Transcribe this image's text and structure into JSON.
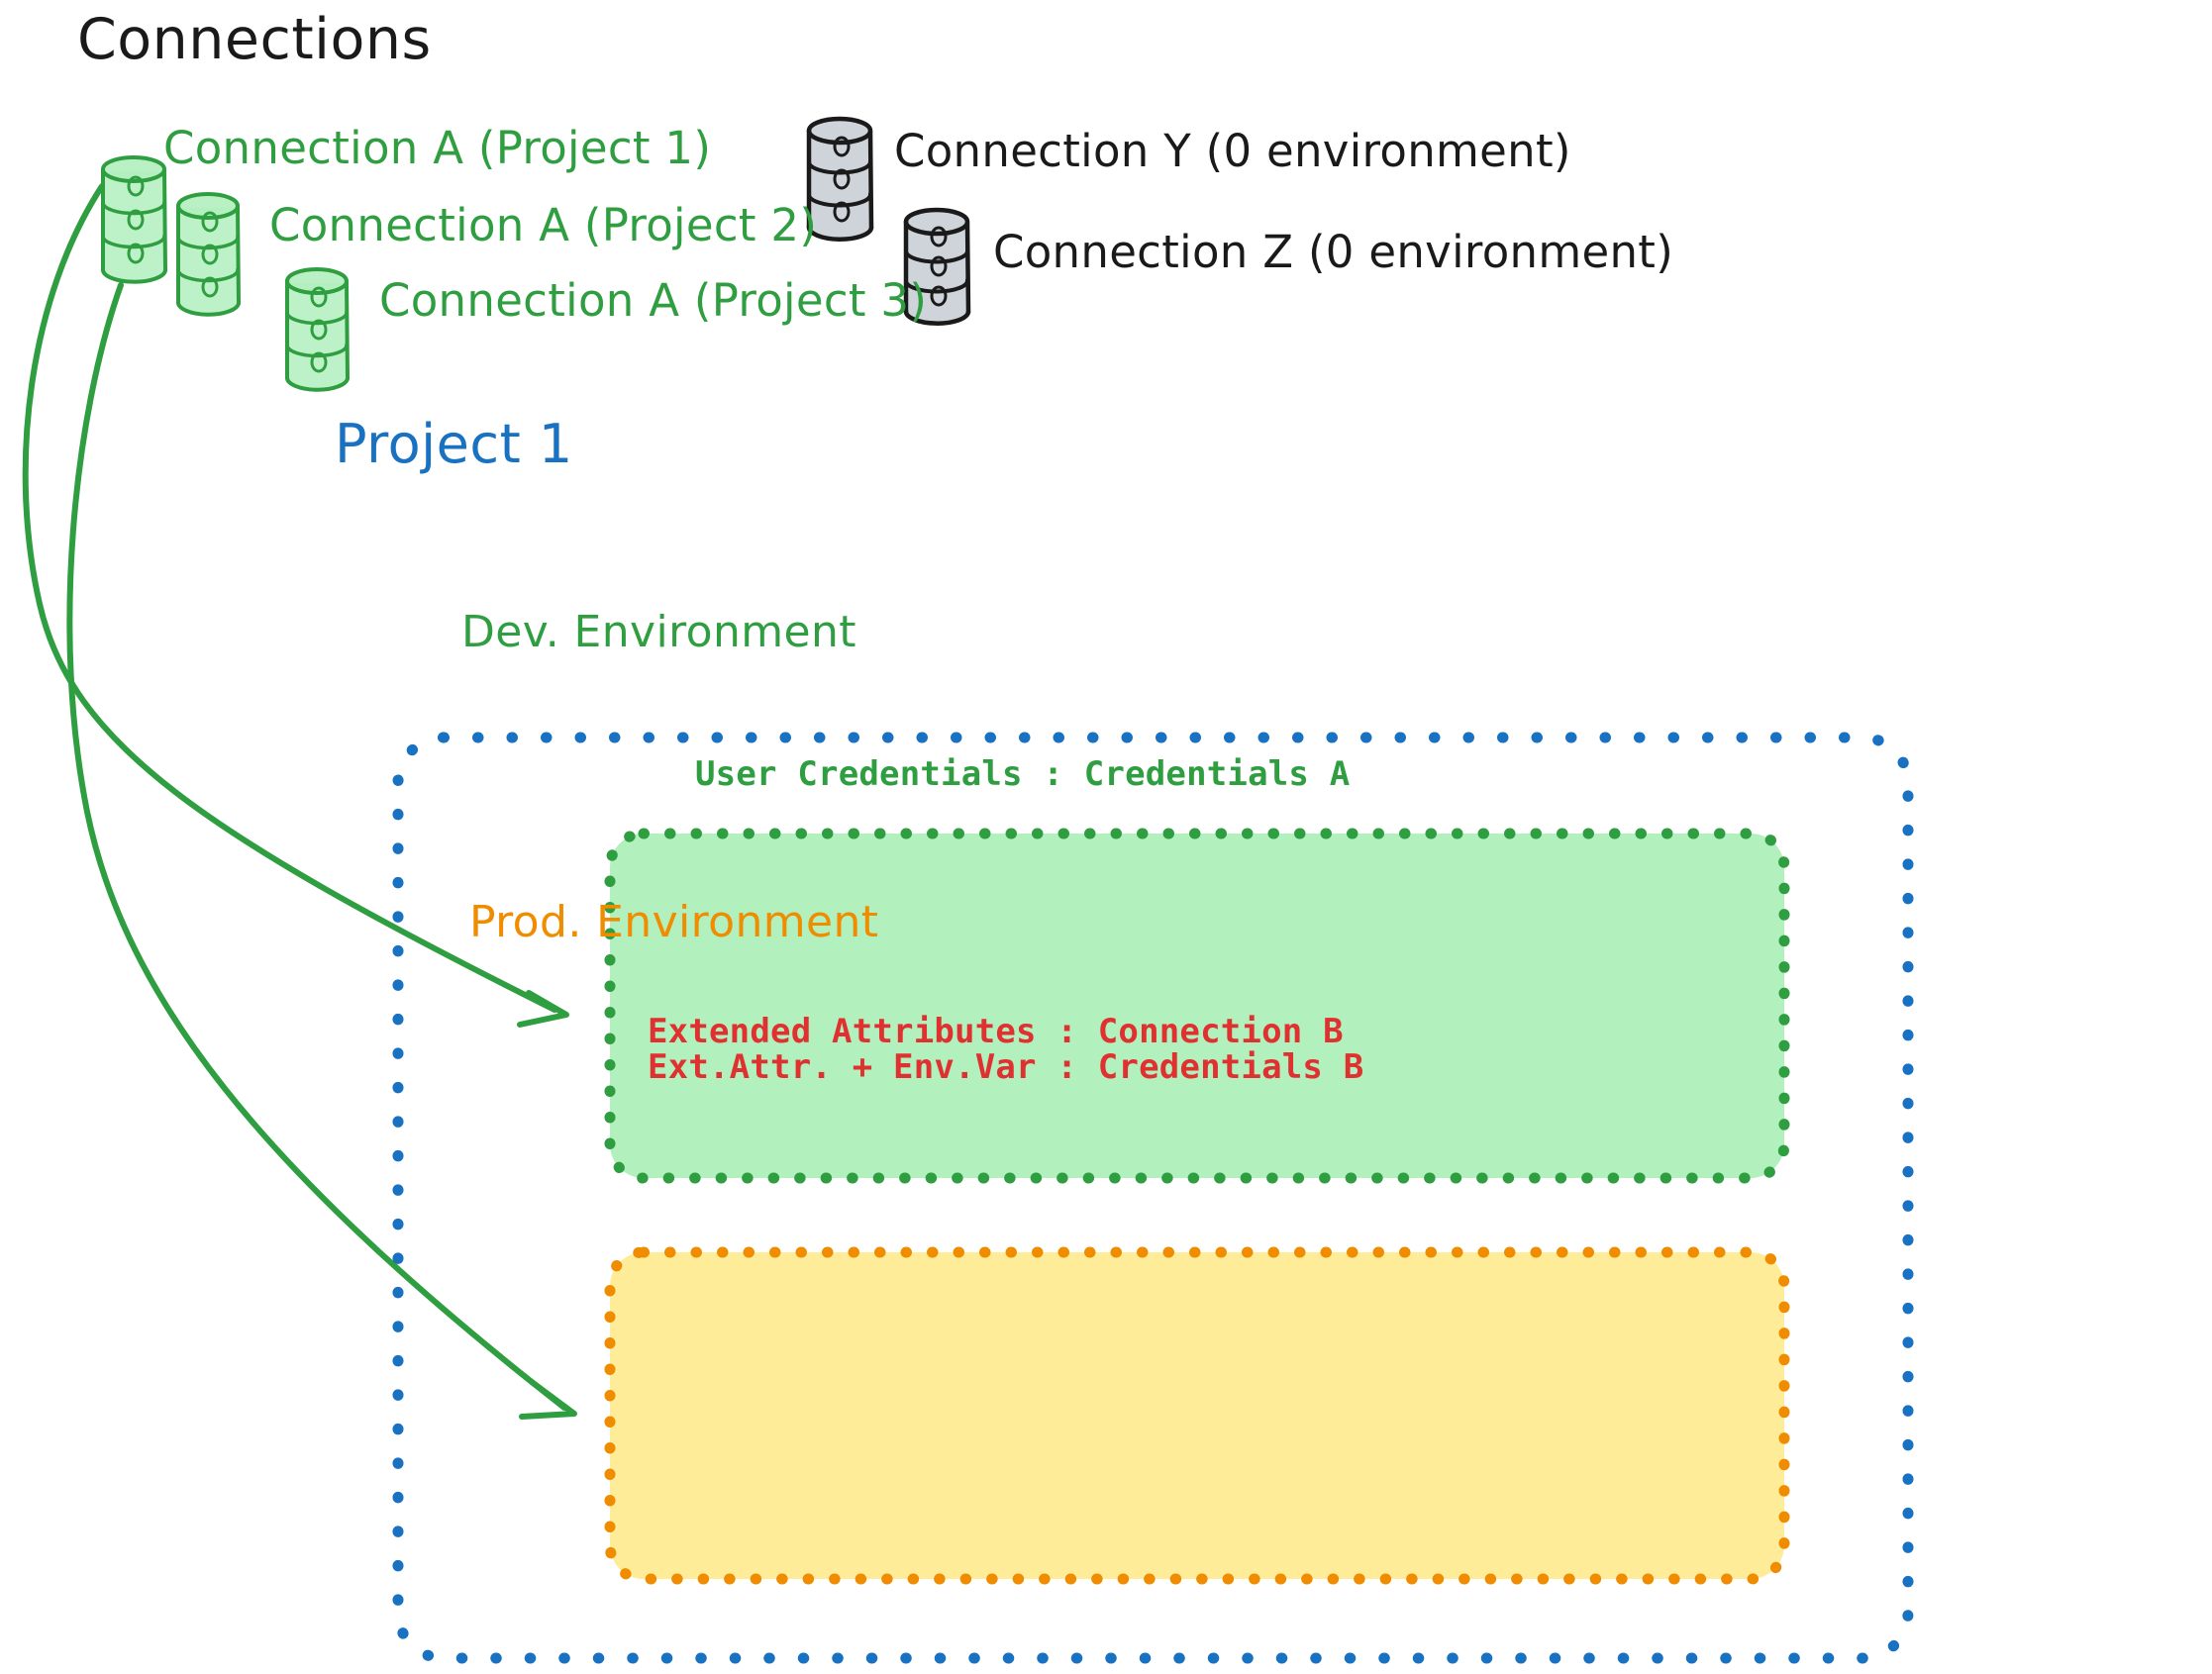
{
  "diagram": {
    "title": "Connections",
    "background": "#ffffff"
  },
  "colors": {
    "green_stroke": "#2f9e41",
    "green_fill": "#b2f0be",
    "green_cyl_fill": "#b2f0be",
    "gray_stroke": "#1a1a1a",
    "gray_cyl_fill": "#ced4da",
    "blue": "#1971c2",
    "orange": "#f08c00",
    "orange_fill": "#ffec99",
    "red": "#e03131",
    "black": "#1a1a1a"
  },
  "connections": [
    {
      "id": "connection-a-project-1",
      "label": "Connection A (Project 1)",
      "color": "green",
      "icon": "database-cylinder-icon"
    },
    {
      "id": "connection-a-project-2",
      "label": "Connection A (Project 2)",
      "color": "green",
      "icon": "database-cylinder-icon"
    },
    {
      "id": "connection-a-project-3",
      "label": "Connection A (Project 3)",
      "color": "green",
      "icon": "database-cylinder-icon"
    },
    {
      "id": "connection-y",
      "label": "Connection Y (0 environment)",
      "color": "gray",
      "icon": "database-cylinder-icon"
    },
    {
      "id": "connection-z",
      "label": "Connection Z (0 environment)",
      "color": "gray",
      "icon": "database-cylinder-icon"
    }
  ],
  "project": {
    "title": "Project 1",
    "environments": [
      {
        "id": "dev-environment",
        "title": "Dev. Environment",
        "border_color": "#2f9e41",
        "fill_color": "#b2f0be",
        "entries": [
          "User Credentials : Credentials A"
        ]
      },
      {
        "id": "prod-environment",
        "title": "Prod. Environment",
        "border_color": "#f08c00",
        "fill_color": "#ffec99",
        "entries": [
          "Extended Attributes : Connection B",
          "Ext.Attr. + Env.Var : Credentials B"
        ]
      }
    ]
  },
  "arrows": [
    {
      "id": "arrow-connection-a-to-dev",
      "from": "connection-a-project-1",
      "to": "dev-environment",
      "color": "#2f9e41"
    },
    {
      "id": "arrow-connection-a-to-prod",
      "from": "connection-a-project-1",
      "to": "prod-environment",
      "color": "#2f9e41"
    }
  ]
}
